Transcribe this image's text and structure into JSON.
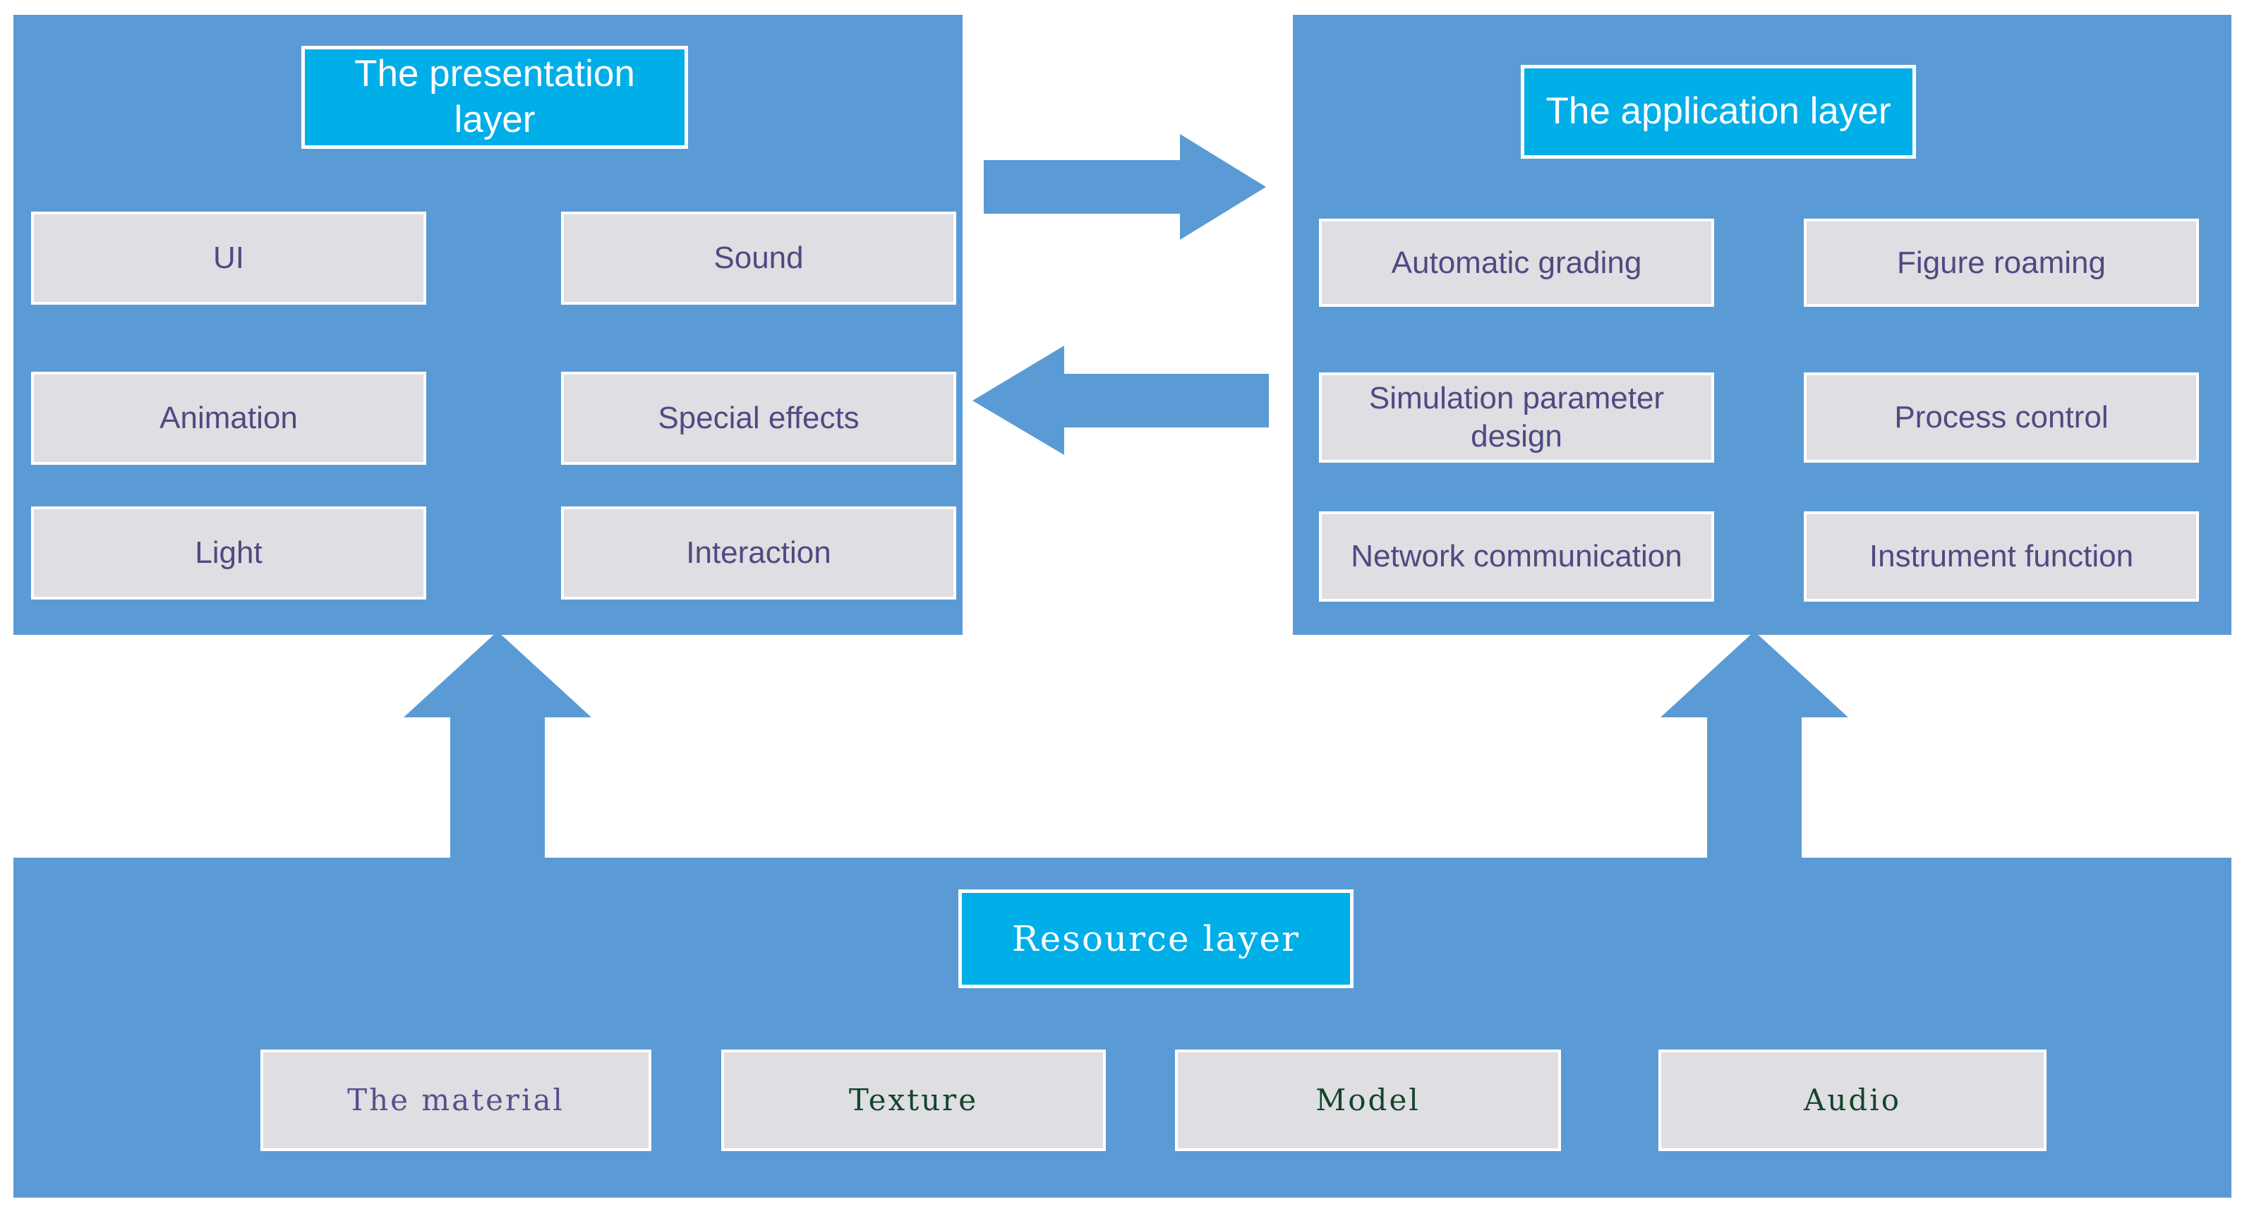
{
  "colors": {
    "panel_blue": "#5B9BD5",
    "title_cyan": "#00AEE8",
    "box_grey": "#DEDEE3",
    "box_text_purple": "#4F4A81",
    "resource_text_green": "#14452A",
    "resource_text_purple": "#55508C",
    "border_white": "#FFFFFF"
  },
  "presentation_layer": {
    "title": "The presentation layer",
    "items": [
      {
        "label": "UI"
      },
      {
        "label": "Sound"
      },
      {
        "label": "Animation"
      },
      {
        "label": "Special effects"
      },
      {
        "label": "Light"
      },
      {
        "label": "Interaction"
      }
    ]
  },
  "application_layer": {
    "title": "The application layer",
    "items": [
      {
        "label": "Automatic grading"
      },
      {
        "label": "Figure roaming"
      },
      {
        "label": "Simulation parameter design"
      },
      {
        "label": "Process control"
      },
      {
        "label": "Network communication"
      },
      {
        "label": "Instrument function"
      }
    ]
  },
  "resource_layer": {
    "title": "Resource layer",
    "items": [
      {
        "label": "The material"
      },
      {
        "label": "Texture"
      },
      {
        "label": "Model"
      },
      {
        "label": "Audio"
      }
    ]
  },
  "arrows": [
    {
      "name": "presentation-to-application",
      "direction": "right"
    },
    {
      "name": "application-to-presentation",
      "direction": "left"
    },
    {
      "name": "resource-to-presentation",
      "direction": "up"
    },
    {
      "name": "resource-to-application",
      "direction": "up"
    }
  ]
}
